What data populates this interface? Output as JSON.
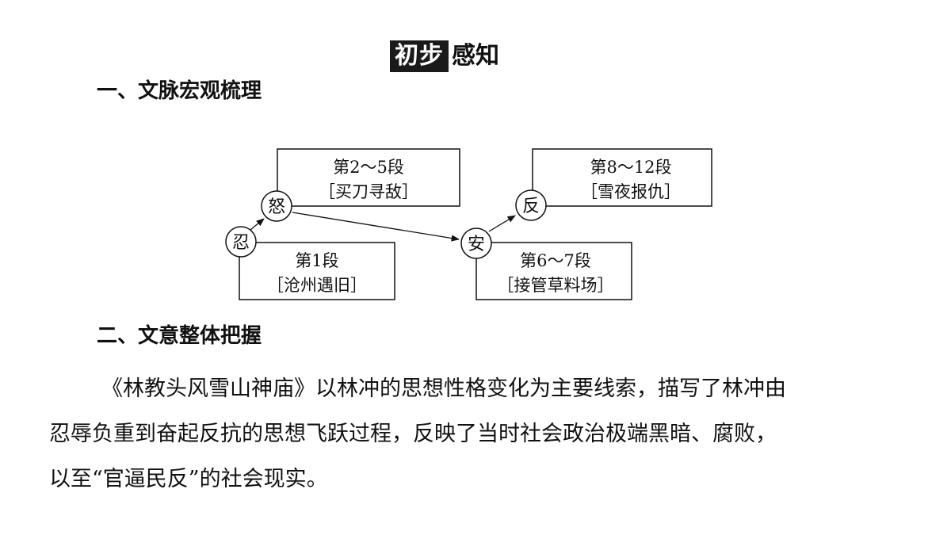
{
  "title": {
    "highlight": "初步",
    "rest": "感知"
  },
  "section1": {
    "heading": "一、文脉宏观梳理"
  },
  "diagram": {
    "circles": {
      "ren": "忍",
      "nu": "怒",
      "an": "安",
      "fan": "反"
    },
    "boxes": {
      "p1": {
        "line1": "第1段",
        "line2": "［沧州遇旧］"
      },
      "p2_5": {
        "line1": "第2～5段",
        "line2": "［买刀寻敌］"
      },
      "p6_7": {
        "line1": "第6～7段",
        "line2": "［接管草料场］"
      },
      "p8_12": {
        "line1": "第8～12段",
        "line2": "［雪夜报仇］"
      }
    }
  },
  "section2": {
    "heading": "二、文意整体把握",
    "lines": [
      "《林教头风雪山神庙》以林冲的思想性格变化为主要线索，描写了林冲由",
      "忍辱负重到奋起反抗的思想飞跃过程，反映了当时社会政治极端黑暗、腐败，",
      "以至“官逼民反”的社会现实。"
    ]
  }
}
